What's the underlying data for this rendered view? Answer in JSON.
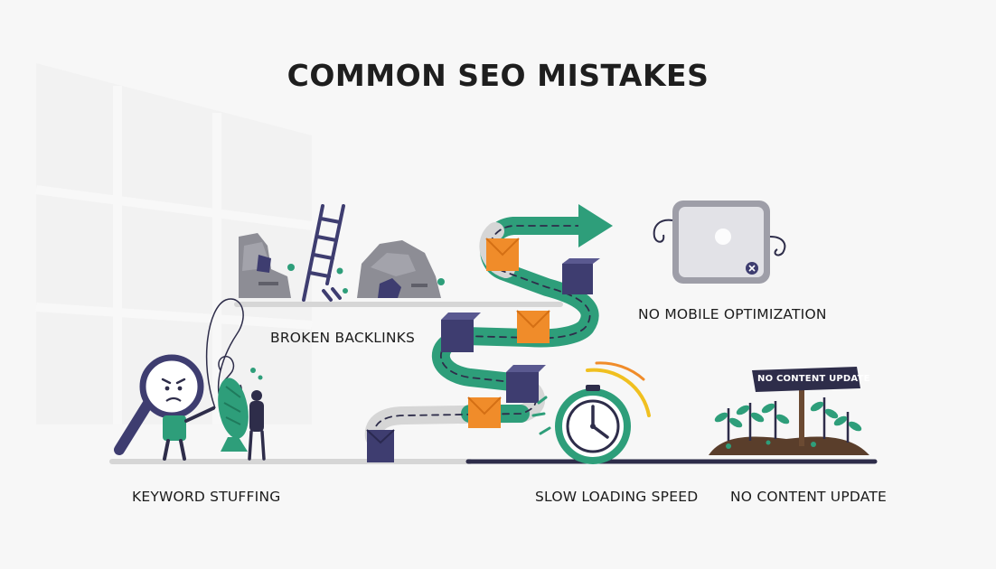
{
  "title": "COMMON SEO MISTAKES",
  "steps": {
    "broken_backlinks": "BROKEN BACKLINKS",
    "no_mobile": "NO MOBILE OPTIMIZATION",
    "keyword_stuffing": "KEYWORD STUFFING",
    "slow_loading": "SLOW LOADING SPEED",
    "no_content": "NO CONTENT UPDATE"
  },
  "signpost": "NO CONTENT UPDATE",
  "icons": [
    "window-backdrop-icon",
    "rubble-icon",
    "broken-ladder-icon",
    "arrow-icon",
    "tablet-icon",
    "magnifier-character-icon",
    "stuffed-fish-icon",
    "stopwatch-icon",
    "seedling-icon",
    "signpost-icon"
  ],
  "colors": {
    "teal": "#2e9e7a",
    "navy": "#3e3d70",
    "orange": "#f08c2a",
    "gray_road": "#dcdcdc",
    "dark_line": "#2e2d4a"
  }
}
